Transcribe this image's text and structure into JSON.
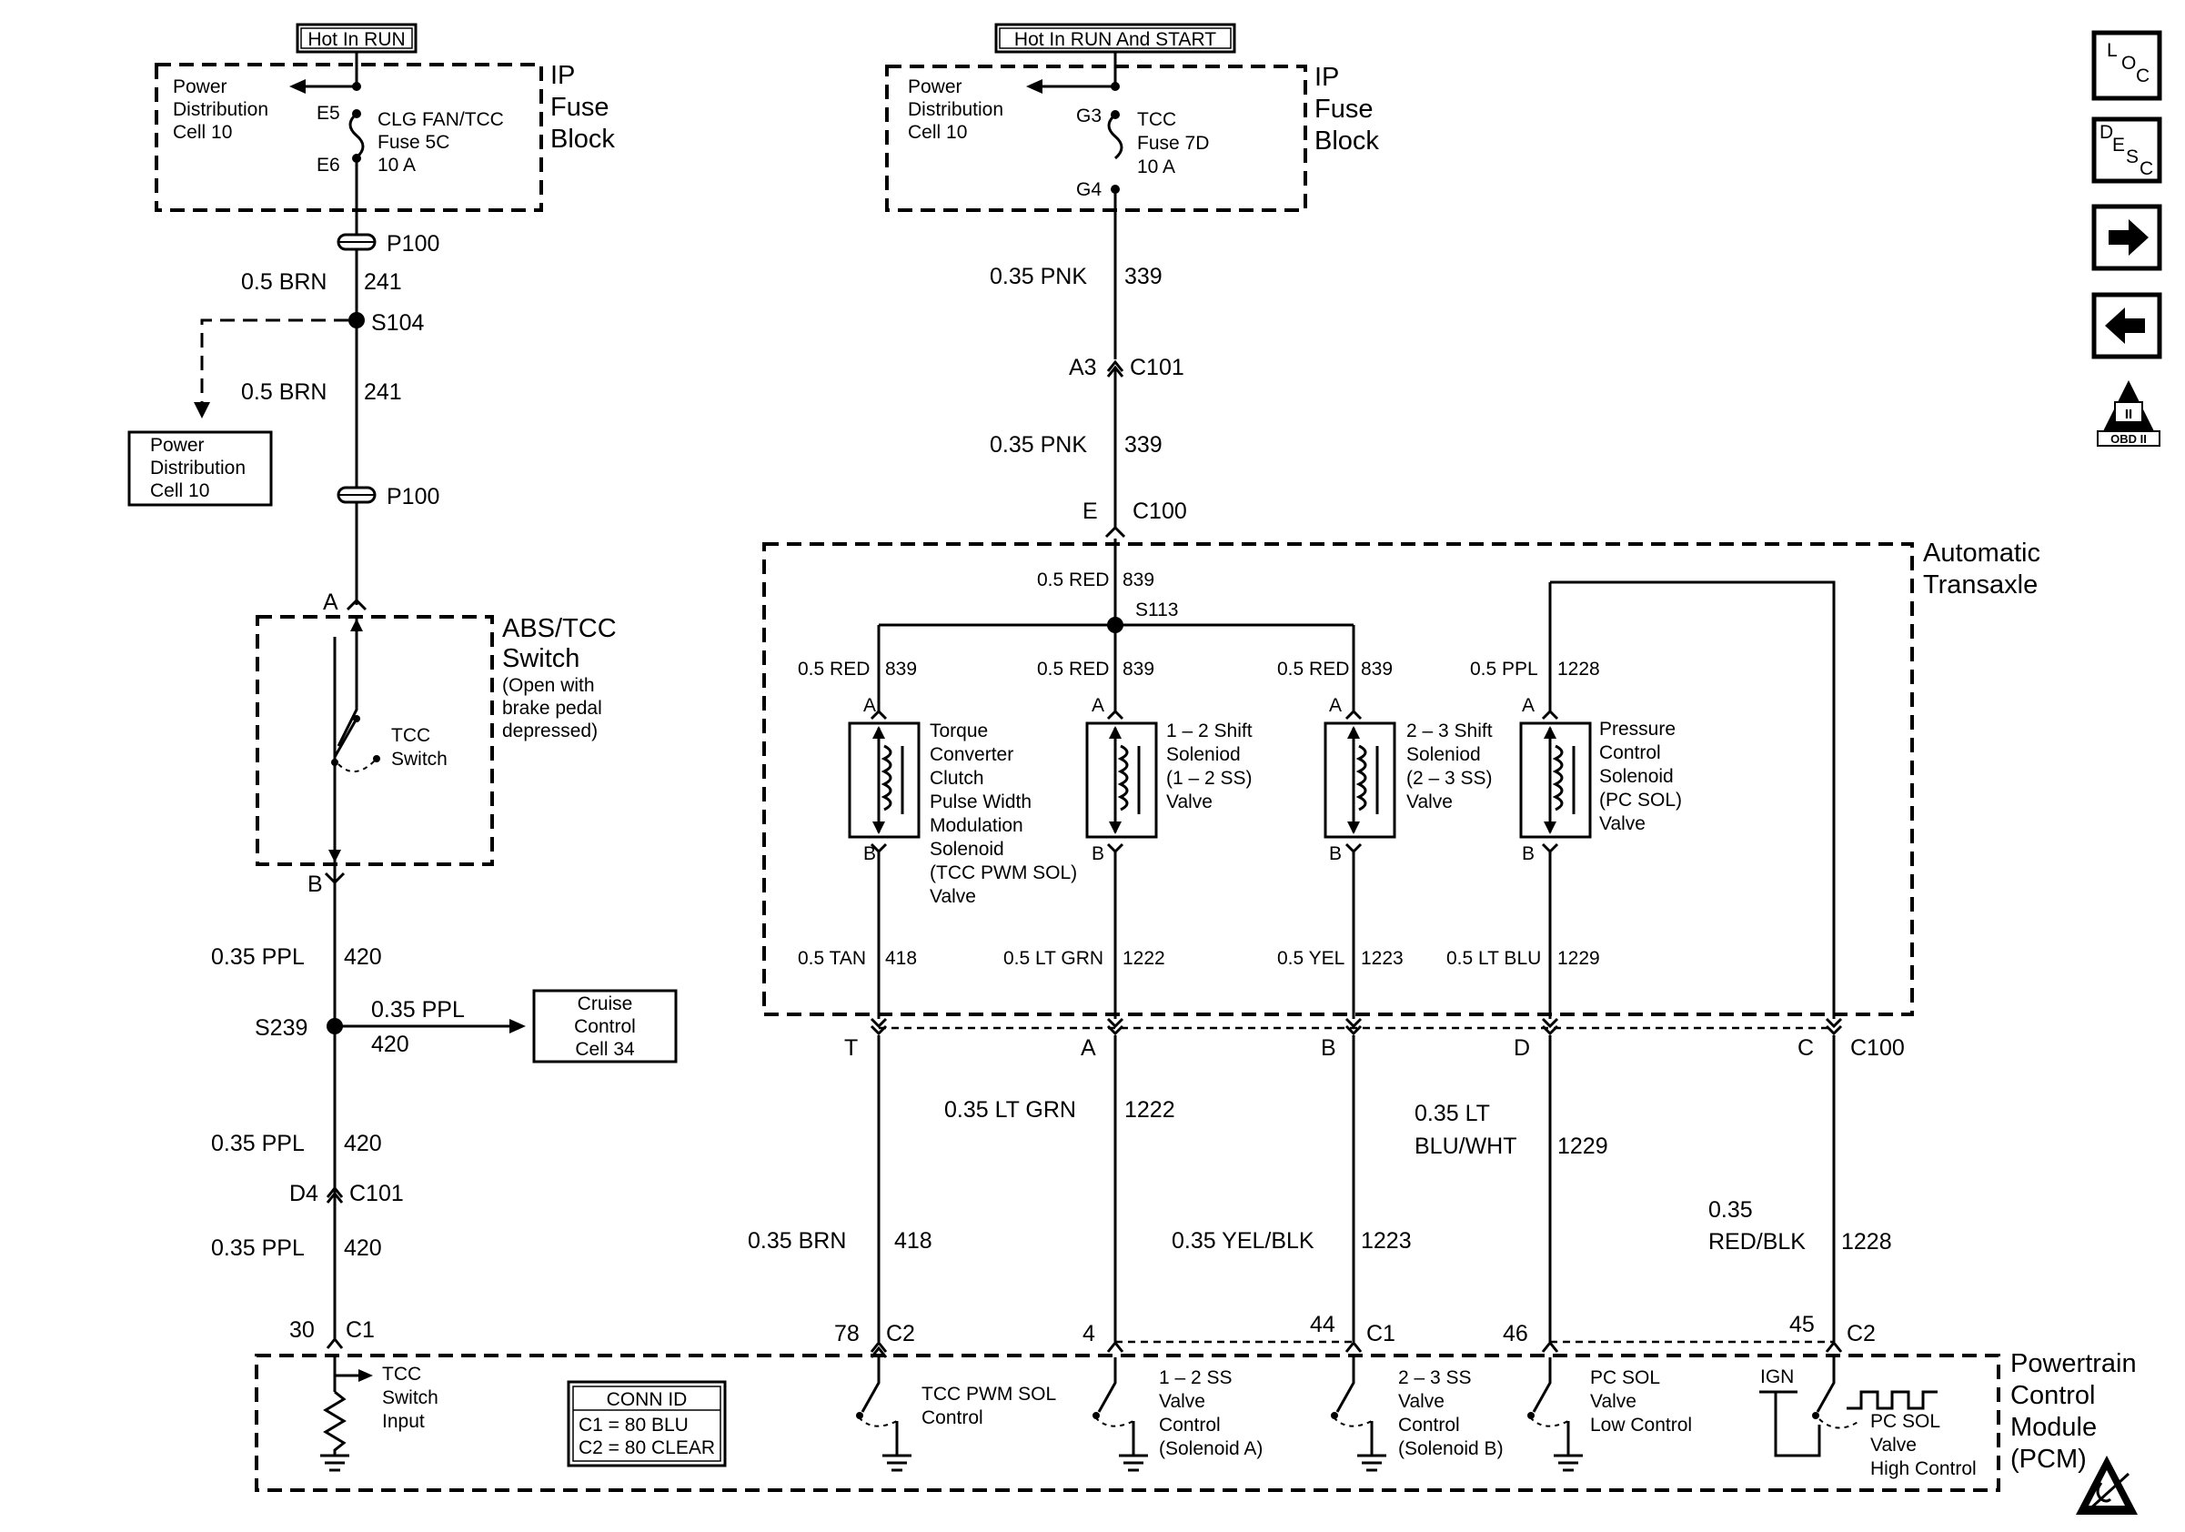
{
  "hot_labels": {
    "left": "Hot In RUN",
    "mid": "Hot In RUN And START"
  },
  "fuse_block": {
    "label": [
      "IP",
      "Fuse",
      "Block"
    ],
    "left": {
      "pdc": [
        "Power",
        "Distribution",
        "Cell 10"
      ],
      "pin_top": "E5",
      "pin_bot": "E6",
      "fuse": [
        "CLG FAN/TCC",
        "Fuse 5C",
        "10 A"
      ]
    },
    "mid": {
      "pdc": [
        "Power",
        "Distribution",
        "Cell 10"
      ],
      "pin_top": "G3",
      "pin_bot": "G4",
      "fuse": [
        "TCC",
        "Fuse 7D",
        "10 A"
      ]
    }
  },
  "left_circuit": {
    "p100": "P100",
    "wire_brn": "0.5 BRN",
    "wire_brn_num": "241",
    "s104": "S104",
    "pdc_box": [
      "Power",
      "Distribution",
      "Cell 10"
    ],
    "pin_a": "A",
    "pin_b": "B",
    "switch_label": [
      "ABS/TCC",
      "Switch"
    ],
    "switch_note": [
      "(Open with",
      "brake pedal",
      "depressed)"
    ],
    "tcc_switch": [
      "TCC",
      "Switch"
    ],
    "wire_ppl": "0.35 PPL",
    "wire_ppl_num": "420",
    "s239": "S239",
    "cruise_box": [
      "Cruise",
      "Control",
      "Cell 34"
    ],
    "d4": "D4",
    "c101": "C101",
    "pin_30": "30",
    "c1": "C1"
  },
  "mid_circuit": {
    "wire_pnk": "0.35 PNK",
    "wire_pnk_num": "339",
    "a3": "A3",
    "c101": "C101",
    "e": "E",
    "c100": "C100",
    "wire_red": "0.5 RED",
    "wire_red_num": "839",
    "s113": "S113",
    "wire_ppl": "0.5 PPL",
    "wire_ppl_num": "1228"
  },
  "transaxle_label": [
    "Automatic",
    "Transaxle"
  ],
  "solenoids": [
    {
      "name": [
        "Torque",
        "Converter",
        "Clutch",
        "Pulse Width",
        "Modulation",
        "Solenoid",
        "(TCC PWM SOL)",
        "Valve"
      ],
      "wire_a": "0.5 RED",
      "wire_a_num": "839",
      "wire_b": "0.5 TAN",
      "wire_b_num": "418",
      "pin_a": "A",
      "pin_b": "B"
    },
    {
      "name": [
        "1 – 2 Shift",
        "Soleniod",
        "(1 – 2 SS)",
        "Valve"
      ],
      "wire_a": "0.5 RED",
      "wire_a_num": "839",
      "wire_b": "0.5 LT GRN",
      "wire_b_num": "1222",
      "pin_a": "A",
      "pin_b": "B"
    },
    {
      "name": [
        "2 – 3 Shift",
        "Soleniod",
        "(2 – 3 SS)",
        "Valve"
      ],
      "wire_a": "0.5 RED",
      "wire_a_num": "839",
      "wire_b": "0.5 YEL",
      "wire_b_num": "1223",
      "pin_a": "A",
      "pin_b": "B"
    },
    {
      "name": [
        "Pressure",
        "Control",
        "Solenoid",
        "(PC SOL)",
        "Valve"
      ],
      "wire_a": "0.5 PPL",
      "wire_a_num": "1228",
      "wire_b": "0.5 LT BLU",
      "wire_b_num": "1229",
      "pin_a": "A",
      "pin_b": "B"
    }
  ],
  "c100_pins": {
    "t": "T",
    "a": "A",
    "b": "B",
    "d": "D",
    "c": "C",
    "label": "C100"
  },
  "lower_wires": {
    "brn": "0.35 BRN",
    "brn_num": "418",
    "ltgrn": "0.35 LT GRN",
    "ltgrn_num": "1222",
    "yelblk": "0.35 YEL/BLK",
    "yelblk_num": "1223",
    "ltblu1": "0.35 LT",
    "ltblu2": "BLU/WHT",
    "ltblu_num": "1229",
    "redblk1": "0.35",
    "redblk2": "RED/BLK",
    "redblk_num": "1228"
  },
  "pcm_pins": {
    "p78": "78",
    "c2a": "C2",
    "p4": "4",
    "p44": "44",
    "c1": "C1",
    "p46": "46",
    "p45": "45",
    "c2b": "C2"
  },
  "pcm": {
    "label": [
      "Powertrain",
      "Control",
      "Module",
      "(PCM)"
    ],
    "tcc_input": [
      "TCC",
      "Switch",
      "Input"
    ],
    "conn_id_title": "CONN ID",
    "conn_id_c1": "C1 = 80 BLU",
    "conn_id_c2": "C2 = 80 CLEAR",
    "drivers": [
      [
        "TCC PWM SOL",
        "Control"
      ],
      [
        "1 – 2 SS",
        "Valve",
        "Control",
        "(Solenoid A)"
      ],
      [
        "2 – 3 SS",
        "Valve",
        "Control",
        "(Solenoid B)"
      ],
      [
        "PC SOL",
        "Valve",
        "Low Control"
      ]
    ],
    "ign": "IGN",
    "high_control": [
      "PC SOL",
      "Valve",
      "High Control"
    ]
  },
  "side_icons": {
    "loc": [
      "L",
      "O",
      "C"
    ],
    "desc": [
      "D",
      "E",
      "S",
      "C"
    ],
    "obd": "OBD II",
    "obd_num": "II"
  }
}
